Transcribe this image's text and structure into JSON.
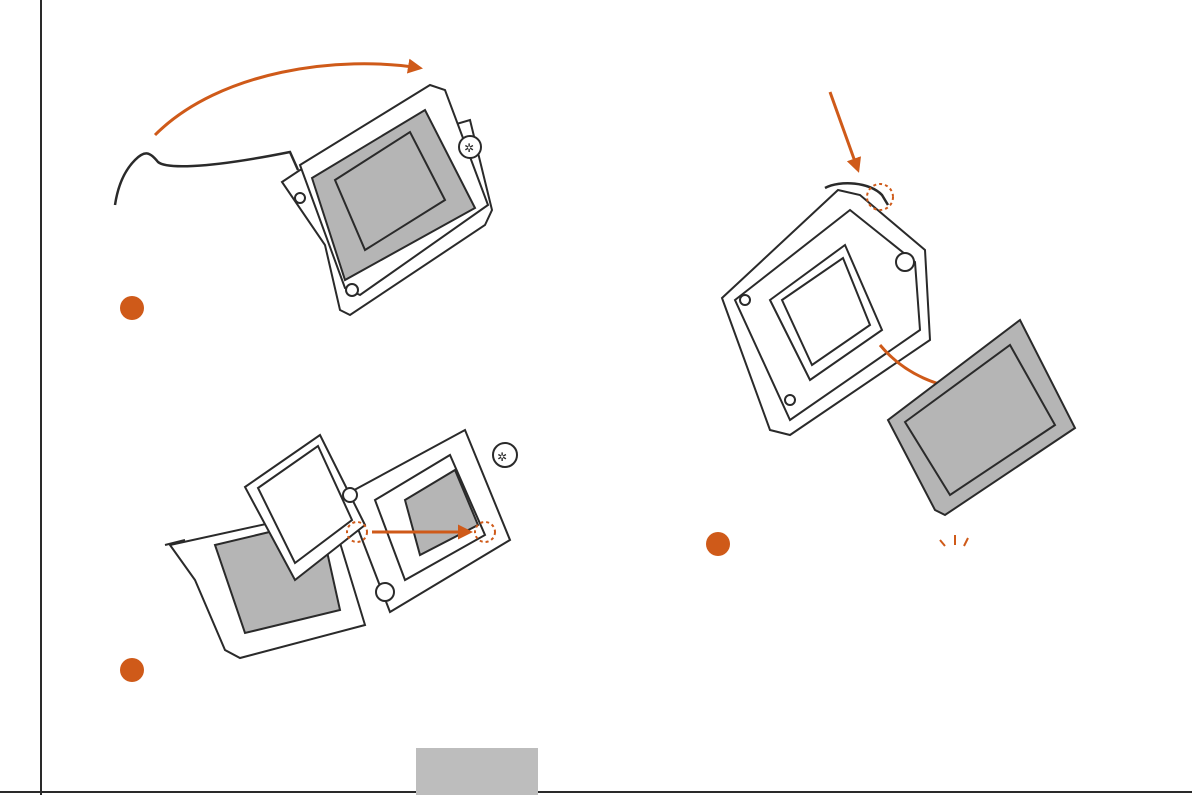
{
  "colors": {
    "accent": "#cf5a19",
    "line": "#2a2a2a",
    "cover_fill": "#b5b5b5",
    "frame_fill": "#ffffff",
    "page_tab": "#bdbdbd"
  },
  "steps": [
    {
      "icon": "step-1-marker",
      "description_icon": "open-load-lever-illustration"
    },
    {
      "icon": "step-2-marker",
      "description_icon": "insert-cpu-illustration"
    },
    {
      "icon": "step-3-marker",
      "description_icon": "close-lever-remove-cap-illustration"
    }
  ],
  "page": {
    "tab": "page-number-tab"
  }
}
